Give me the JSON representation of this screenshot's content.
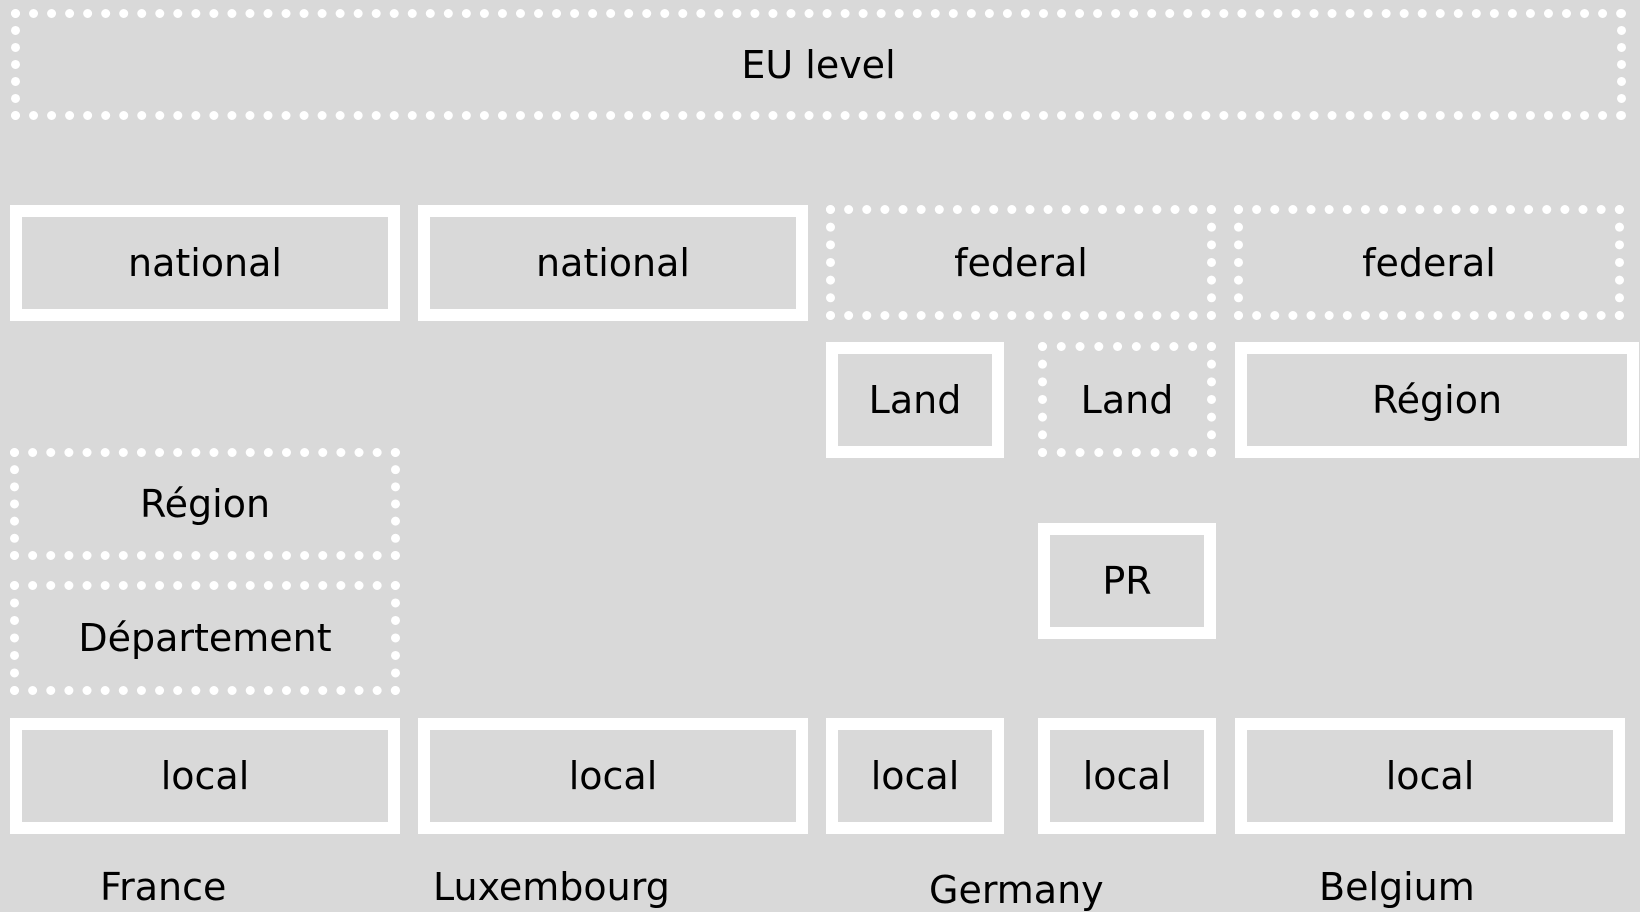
{
  "eu": {
    "label": "EU level"
  },
  "france": {
    "national": "national",
    "region": "Région",
    "departement": "Département",
    "local": "local",
    "name": "France"
  },
  "luxembourg": {
    "national": "national",
    "local": "local",
    "name": "Luxembourg"
  },
  "germany": {
    "federal": "federal",
    "land_a": "Land",
    "land_b": "Land",
    "pr": "PR",
    "local_a": "local",
    "local_b": "local",
    "name": "Germany"
  },
  "belgium": {
    "federal": "federal",
    "region": "Région",
    "local": "local",
    "name": "Belgium"
  },
  "colors": {
    "background": "#d9d9d9",
    "border": "#ffffff",
    "text": "#000000"
  }
}
